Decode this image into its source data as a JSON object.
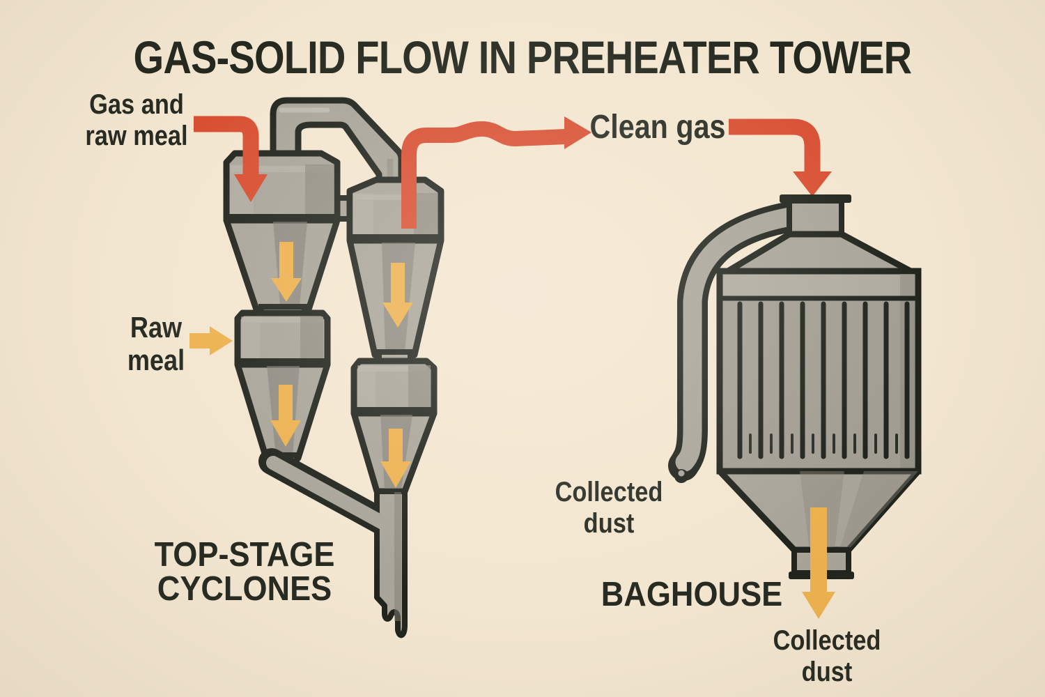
{
  "title": "GAS-SOLID FLOW IN PREHEATER TOWER",
  "labels": {
    "gas_raw_meal": "Gas and\nraw meal",
    "clean_gas": "Clean gas",
    "raw_meal": "Raw\nmeal",
    "top_stage_cyclones": "TOP-STAGE\nCYCLONES",
    "baghouse": "BAGHOUSE",
    "collected_dust_left": "Collected\ndust",
    "collected_dust_bottom": "Collected\ndust"
  },
  "colors": {
    "background": "#f3e6d0",
    "ink_outline": "#20241d",
    "text": "#262a21",
    "metal": "#a8a49a",
    "metal_light": "#bcb8ad",
    "metal_dark": "#8d897f",
    "metal_stripe": "#817d74",
    "gas_arrow_red": "#d84e31",
    "meal_arrow_yellow": "#edb14e"
  },
  "flows": [
    {
      "name": "gas-and-raw-meal-inlet",
      "color": "#d84e31",
      "direction": "down into left stage-1 cyclone"
    },
    {
      "name": "clean-gas-out-of-cyclone",
      "color": "#d84e31",
      "direction": "up and right toward Clean gas label"
    },
    {
      "name": "clean-gas-into-baghouse",
      "color": "#d84e31",
      "direction": "right then down into baghouse inlet"
    },
    {
      "name": "meal-down-stage1-left",
      "color": "#edb14e",
      "direction": "down"
    },
    {
      "name": "meal-down-stage1-right",
      "color": "#edb14e",
      "direction": "down"
    },
    {
      "name": "raw-meal-inlet",
      "color": "#edb14e",
      "direction": "right into stage-2 cyclone"
    },
    {
      "name": "meal-down-stage2-left",
      "color": "#edb14e",
      "direction": "down"
    },
    {
      "name": "meal-down-stage2-right",
      "color": "#edb14e",
      "direction": "down"
    },
    {
      "name": "collected-dust-out",
      "color": "#edb14e",
      "direction": "down out of baghouse hopper"
    }
  ],
  "equipment": [
    {
      "name": "top-stage-cyclones",
      "parts": [
        "stage-1 cyclone left",
        "stage-1 cyclone right",
        "stage-2 cyclone left",
        "stage-2 cyclone right",
        "crossover duct",
        "discharge pipe"
      ]
    },
    {
      "name": "baghouse",
      "parts": [
        "inlet nozzle",
        "shoulder",
        "filter bag chamber",
        "filter bags",
        "dust hopper",
        "outlet nozzle",
        "side dust pipe"
      ]
    }
  ]
}
